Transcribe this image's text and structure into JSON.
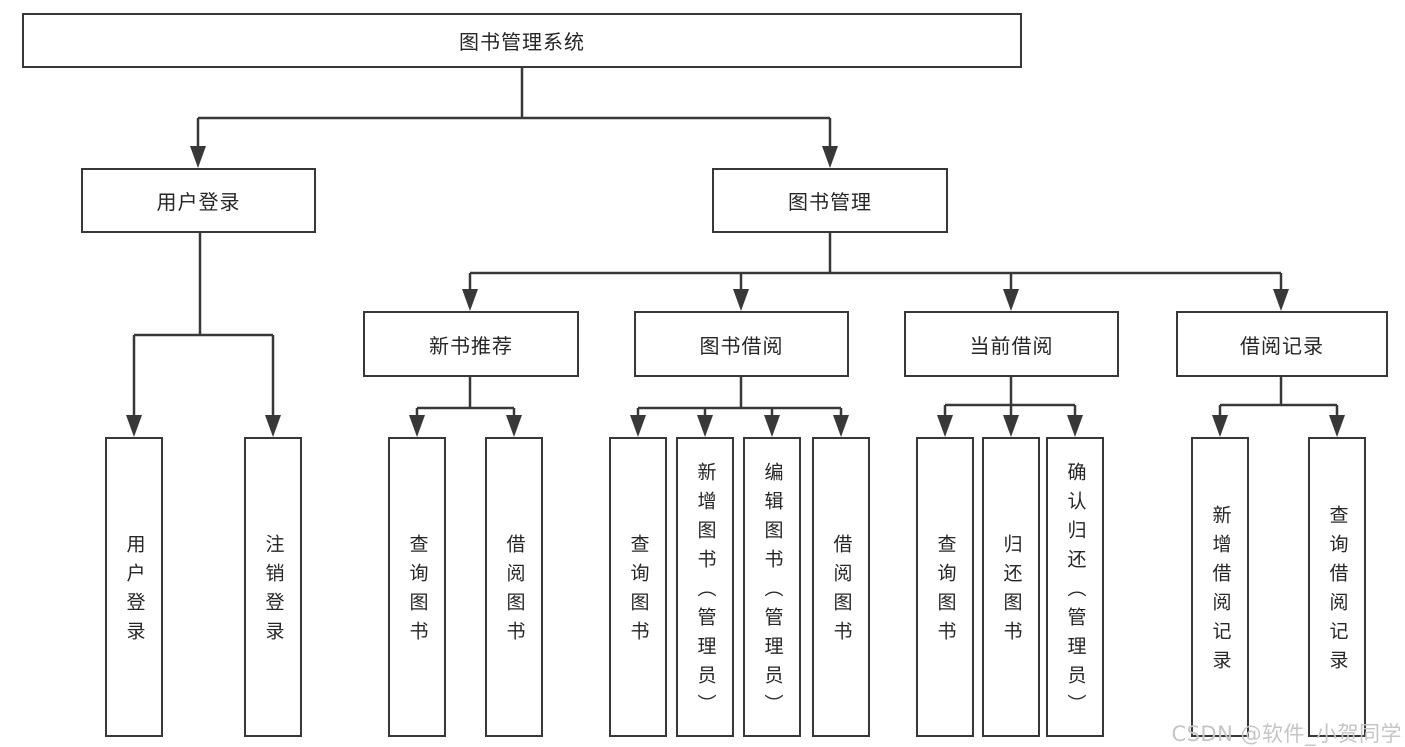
{
  "diagram": {
    "type": "hierarchy-chart",
    "tree": {
      "label": "图书管理系统",
      "children": [
        {
          "label": "用户登录",
          "children": [
            {
              "label": "用户登录"
            },
            {
              "label": "注销登录"
            }
          ]
        },
        {
          "label": "图书管理",
          "children": [
            {
              "label": "新书推荐",
              "children": [
                {
                  "label": "查询图书"
                },
                {
                  "label": "借阅图书"
                }
              ]
            },
            {
              "label": "图书借阅",
              "children": [
                {
                  "label": "查询图书"
                },
                {
                  "label": "新增图书（管理员）"
                },
                {
                  "label": "编辑图书（管理员）"
                },
                {
                  "label": "借阅图书"
                }
              ]
            },
            {
              "label": "当前借阅",
              "children": [
                {
                  "label": "查询图书"
                },
                {
                  "label": "归还图书"
                },
                {
                  "label": "确认归还（管理员）"
                }
              ]
            },
            {
              "label": "借阅记录",
              "children": [
                {
                  "label": "新增借阅记录"
                },
                {
                  "label": "查询借阅记录"
                }
              ]
            }
          ]
        }
      ]
    },
    "colors": {
      "line": "#383838",
      "box_border": "#383838",
      "text": "#262626",
      "background": "#ffffff",
      "watermark": "#c5c5c5"
    }
  },
  "watermark": {
    "text": "CSDN @软件_小贺同学"
  }
}
